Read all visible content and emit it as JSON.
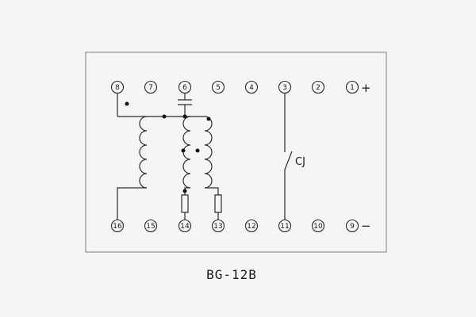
{
  "colors": {
    "background": "#f5f5f4",
    "line": "#2b2b2b",
    "frame": "#7e7e7e"
  },
  "title": "BG-12B",
  "schematic": {
    "top_terminals": [
      "8",
      "7",
      "6",
      "5",
      "4",
      "3",
      "2",
      "1"
    ],
    "bottom_terminals": [
      "16",
      "15",
      "14",
      "13",
      "12",
      "11",
      "10",
      "9"
    ],
    "plus_label": "+",
    "minus_label": "−",
    "switch_label": "CJ"
  }
}
